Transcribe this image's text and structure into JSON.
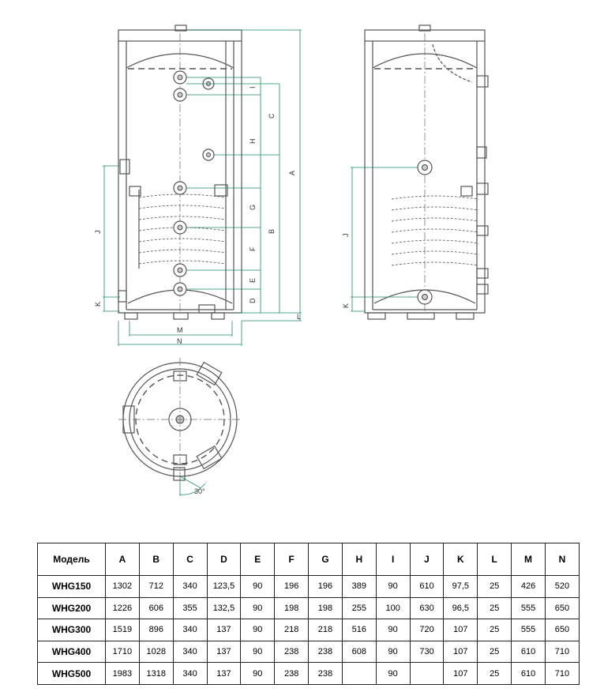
{
  "drawing": {
    "front_labels": [
      "A",
      "B",
      "C",
      "D",
      "E",
      "F",
      "G",
      "H",
      "I",
      "J",
      "K",
      "L",
      "M",
      "N"
    ],
    "side_labels": [
      "J",
      "K"
    ],
    "angle": "30°"
  },
  "table": {
    "headers": [
      "Модель",
      "A",
      "B",
      "C",
      "D",
      "E",
      "F",
      "G",
      "H",
      "I",
      "J",
      "K",
      "L",
      "M",
      "N"
    ],
    "rows": [
      [
        "WHG150",
        "1302",
        "712",
        "340",
        "123,5",
        "90",
        "196",
        "196",
        "389",
        "90",
        "610",
        "97,5",
        "25",
        "426",
        "520"
      ],
      [
        "WHG200",
        "1226",
        "606",
        "355",
        "132,5",
        "90",
        "198",
        "198",
        "255",
        "100",
        "630",
        "96,5",
        "25",
        "555",
        "650"
      ],
      [
        "WHG300",
        "1519",
        "896",
        "340",
        "137",
        "90",
        "218",
        "218",
        "516",
        "90",
        "720",
        "107",
        "25",
        "555",
        "650"
      ],
      [
        "WHG400",
        "1710",
        "1028",
        "340",
        "137",
        "90",
        "238",
        "238",
        "608",
        "90",
        "730",
        "107",
        "25",
        "610",
        "710"
      ],
      [
        "WHG500",
        "1983",
        "1318",
        "340",
        "137",
        "90",
        "238",
        "238",
        "",
        "90",
        "",
        "107",
        "25",
        "610",
        "710"
      ]
    ]
  }
}
